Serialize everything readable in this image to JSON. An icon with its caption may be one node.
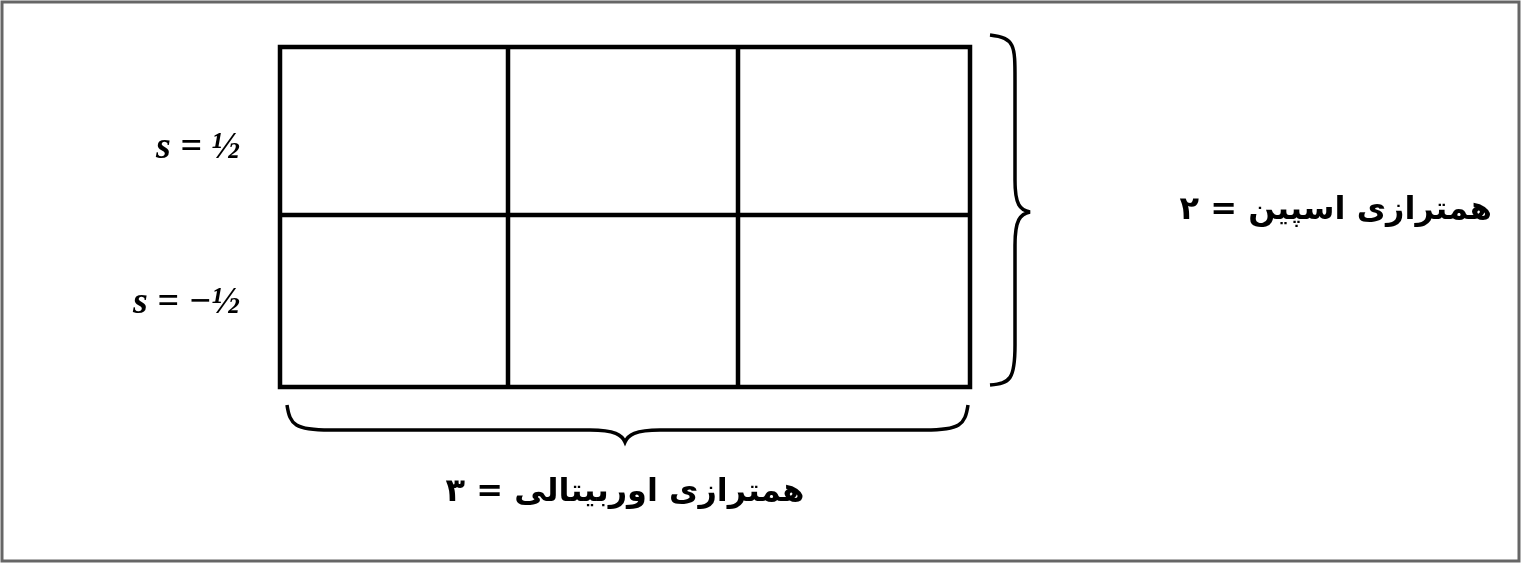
{
  "diagram": {
    "labels": [
      "s = ½",
      "s = −½",
      "همترازی اسپین = ۲",
      "همترازی اوربیتالی = ۳"
    ]
  }
}
